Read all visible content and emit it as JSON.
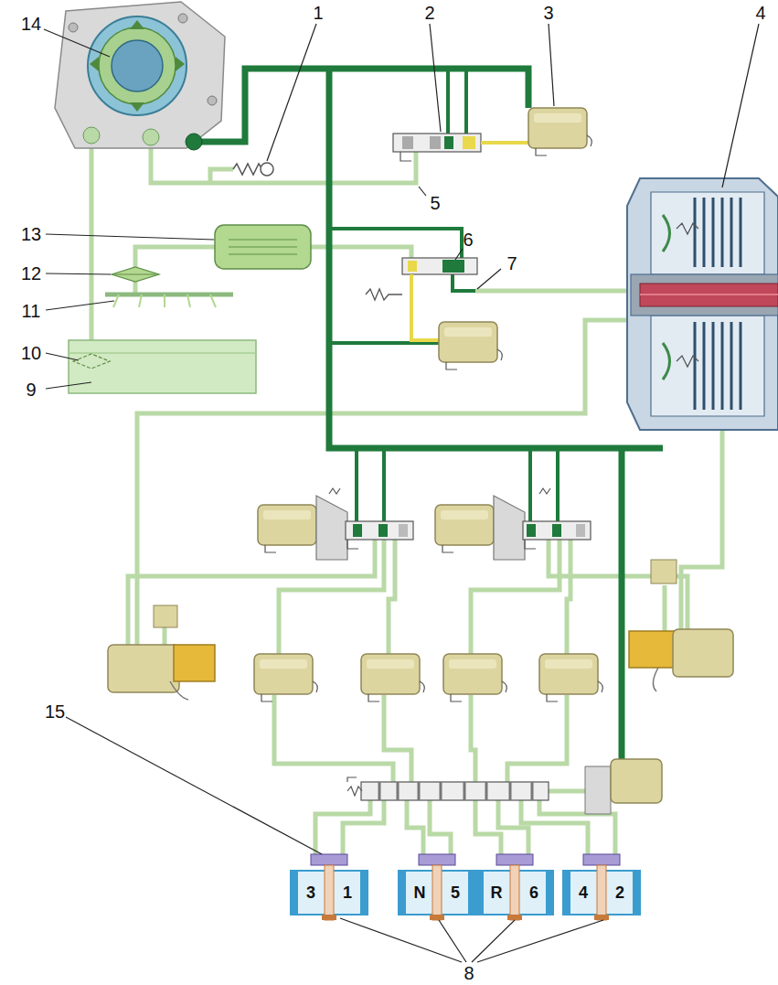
{
  "diagram": {
    "labels": [
      "1",
      "2",
      "3",
      "4",
      "14",
      "5",
      "6",
      "7",
      "13",
      "12",
      "11",
      "10",
      "9",
      "15",
      "8",
      "3",
      "1",
      "N",
      "5",
      "R",
      "6",
      "4",
      "2"
    ]
  }
}
